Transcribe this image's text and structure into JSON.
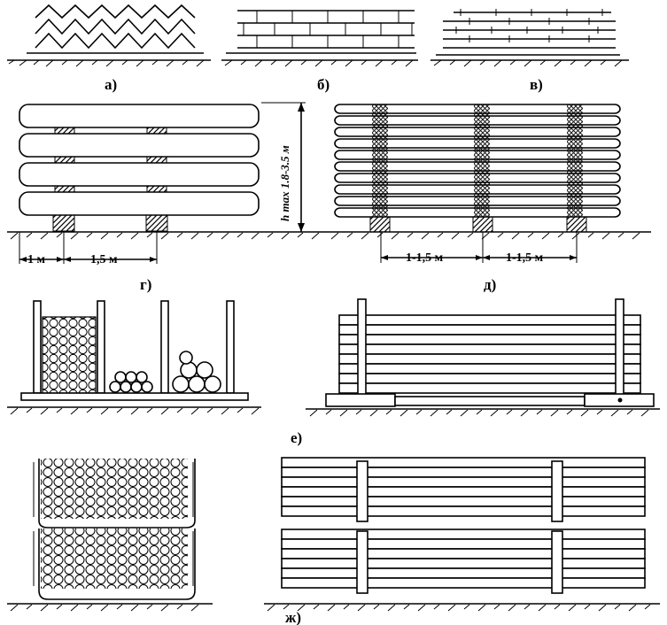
{
  "panels": {
    "a": {
      "caption": "а)"
    },
    "b": {
      "caption": "б)"
    },
    "v": {
      "caption": "в)"
    },
    "g": {
      "caption": "г)",
      "dim_first": "1 м",
      "dim_second": "1,5 м",
      "height_label": "h max 1.8-3.5 м"
    },
    "d": {
      "caption": "д)",
      "dim_first": "1-1,5 м",
      "dim_second": "1-1,5 м"
    },
    "e": {
      "caption": "е)"
    },
    "zh": {
      "caption": "ж)"
    }
  },
  "colors": {
    "ink": "#000000",
    "paper": "#ffffff"
  }
}
